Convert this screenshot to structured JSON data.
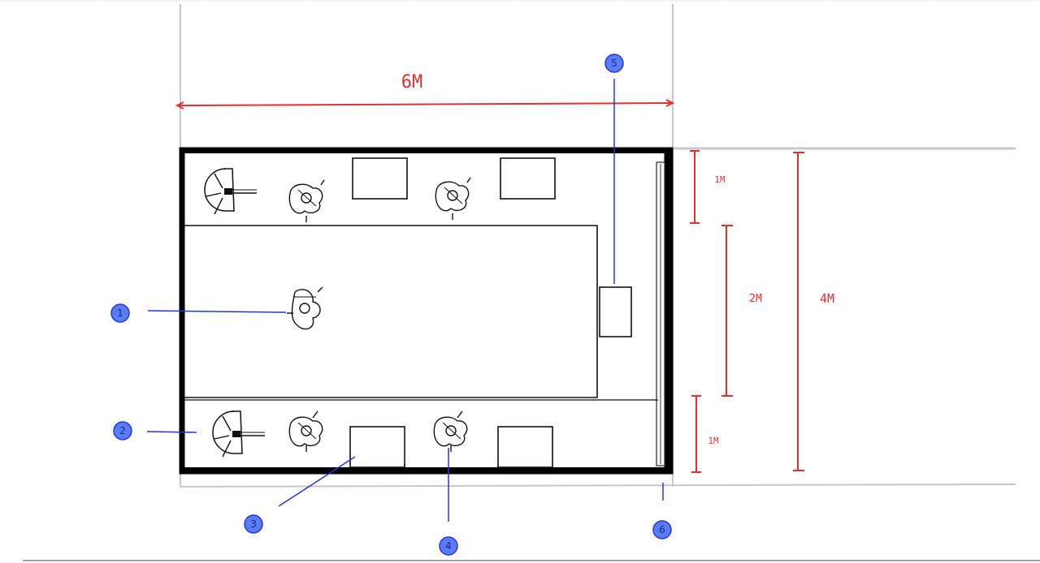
{
  "dimensions": {
    "width_label": "6M",
    "depth_label": "4M",
    "aisle_label": "2M",
    "top_strip_label": "1M",
    "bottom_strip_label": "1M"
  },
  "callouts": [
    {
      "id": "1",
      "label": "1"
    },
    {
      "id": "2",
      "label": "2"
    },
    {
      "id": "3",
      "label": "3"
    },
    {
      "id": "4",
      "label": "4"
    },
    {
      "id": "5",
      "label": "5"
    },
    {
      "id": "6",
      "label": "6"
    }
  ],
  "colors": {
    "dimension": "#e03131",
    "callout_fill": "#5b7cf7",
    "callout_line": "#2438d6",
    "wall": "#000000",
    "guide": "#c8c8c8"
  }
}
